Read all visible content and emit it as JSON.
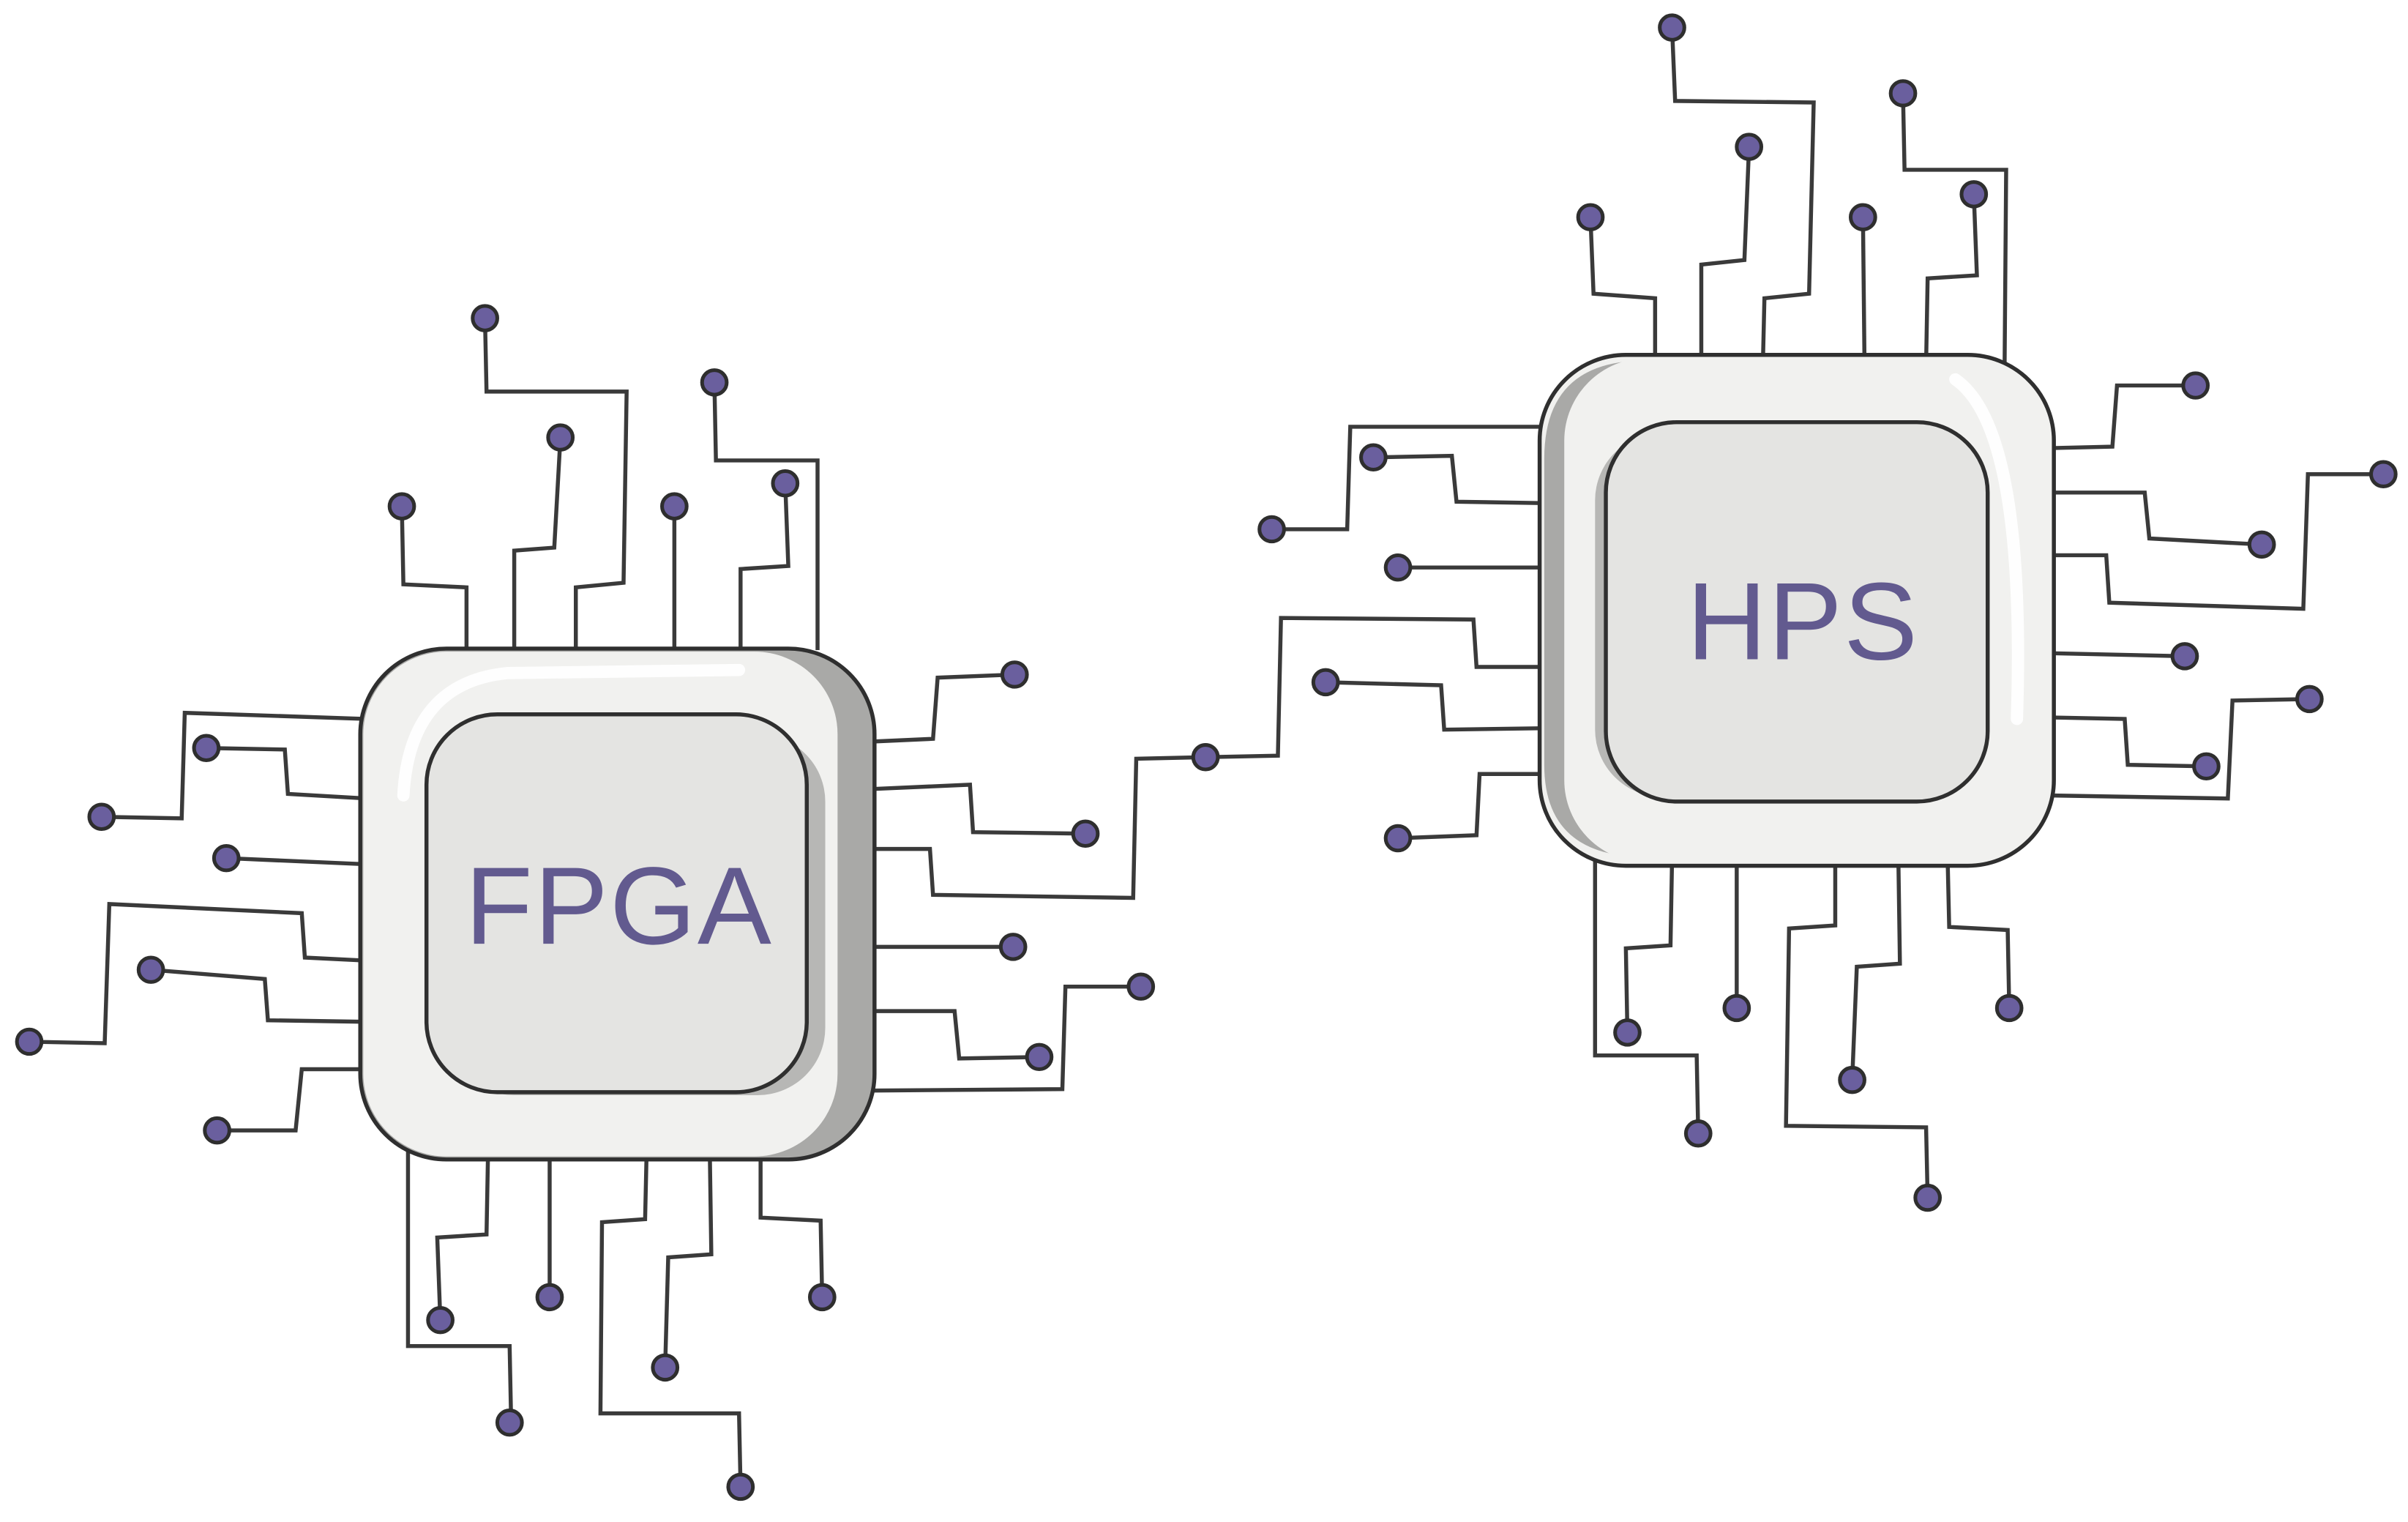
{
  "colors": {
    "background": "#ffffff",
    "trace": "#3a3a3a",
    "pad_fill": "#6a5f9e",
    "pad_stroke": "#2e2e2e",
    "chip_outer": "#f1f1ef",
    "chip_shadow": "#a9a9a7",
    "chip_inner": "#e4e4e2",
    "chip_stroke": "#2f2f2f",
    "label": "#625a8f"
  },
  "chips": {
    "fpga": {
      "label": "FPGA",
      "icon": "chip-icon"
    },
    "hps": {
      "label": "HPS",
      "icon": "chip-icon"
    }
  },
  "connection": {
    "from": "FPGA",
    "to": "HPS"
  }
}
